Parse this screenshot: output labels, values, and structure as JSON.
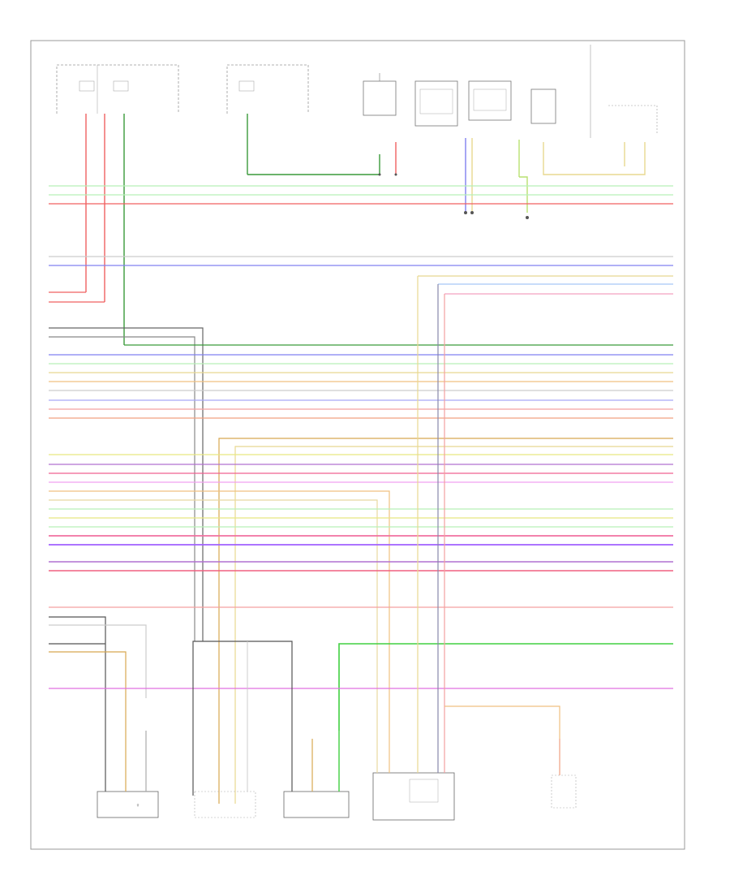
{
  "diagram": {
    "footer_code": "",
    "wire_colors": {
      "green": "#8fd98f",
      "light_green": "#b8f0b8",
      "red": "#f06060",
      "pink": "#f4a0c0",
      "blue": "#8080f0",
      "dark_green": "#3a9a3a",
      "gray": "#888888",
      "dark_gray": "#555555",
      "yellow": "#e8d890",
      "orange": "#d8a850",
      "purple": "#b070d0",
      "magenta": "#e070e0",
      "light_blue": "#a8c8f8",
      "lime": "#40d040",
      "salmon": "#f0a080",
      "violet": "#a060ff"
    },
    "components": [
      {
        "id": "fuse-box-1",
        "label": ""
      },
      {
        "id": "fuse-box-2",
        "label": ""
      },
      {
        "id": "top-component-1",
        "label": ""
      },
      {
        "id": "top-component-2",
        "label": ""
      },
      {
        "id": "top-component-3",
        "label": ""
      },
      {
        "id": "top-component-4",
        "label": ""
      },
      {
        "id": "right-component",
        "label": ""
      },
      {
        "id": "bottom-sensor-1",
        "label": ""
      },
      {
        "id": "bottom-sensor-2",
        "label": ""
      },
      {
        "id": "bottom-sensor-3",
        "label": ""
      },
      {
        "id": "control-module",
        "label": ""
      },
      {
        "id": "bottom-right-sensor",
        "label": ""
      }
    ]
  }
}
